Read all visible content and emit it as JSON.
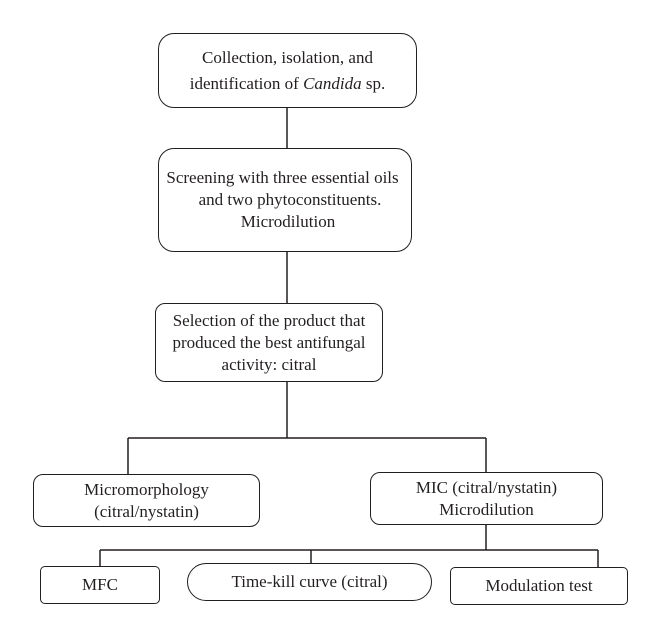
{
  "flowchart": {
    "collection": {
      "line1": "Collection, isolation, and",
      "line2_prefix": "identification of ",
      "line2_italic": "Candida",
      "line2_suffix": " sp."
    },
    "screening": {
      "line1": "Screening with three essential oils",
      "line2": "and two phytoconstituents.",
      "line3": "Microdilution"
    },
    "selection": {
      "line1": "Selection of the product that",
      "line2": "produced the best antifungal",
      "line3": "activity: citral"
    },
    "micromorphology": {
      "line1": "Micromorphology",
      "line2": "(citral/nystatin)"
    },
    "mic": {
      "line1": "MIC (citral/nystatin)",
      "line2": "Microdilution"
    },
    "mfc": {
      "label": "MFC"
    },
    "time_kill": {
      "label": "Time-kill curve (citral)"
    },
    "modulation": {
      "label": "Modulation test"
    }
  }
}
